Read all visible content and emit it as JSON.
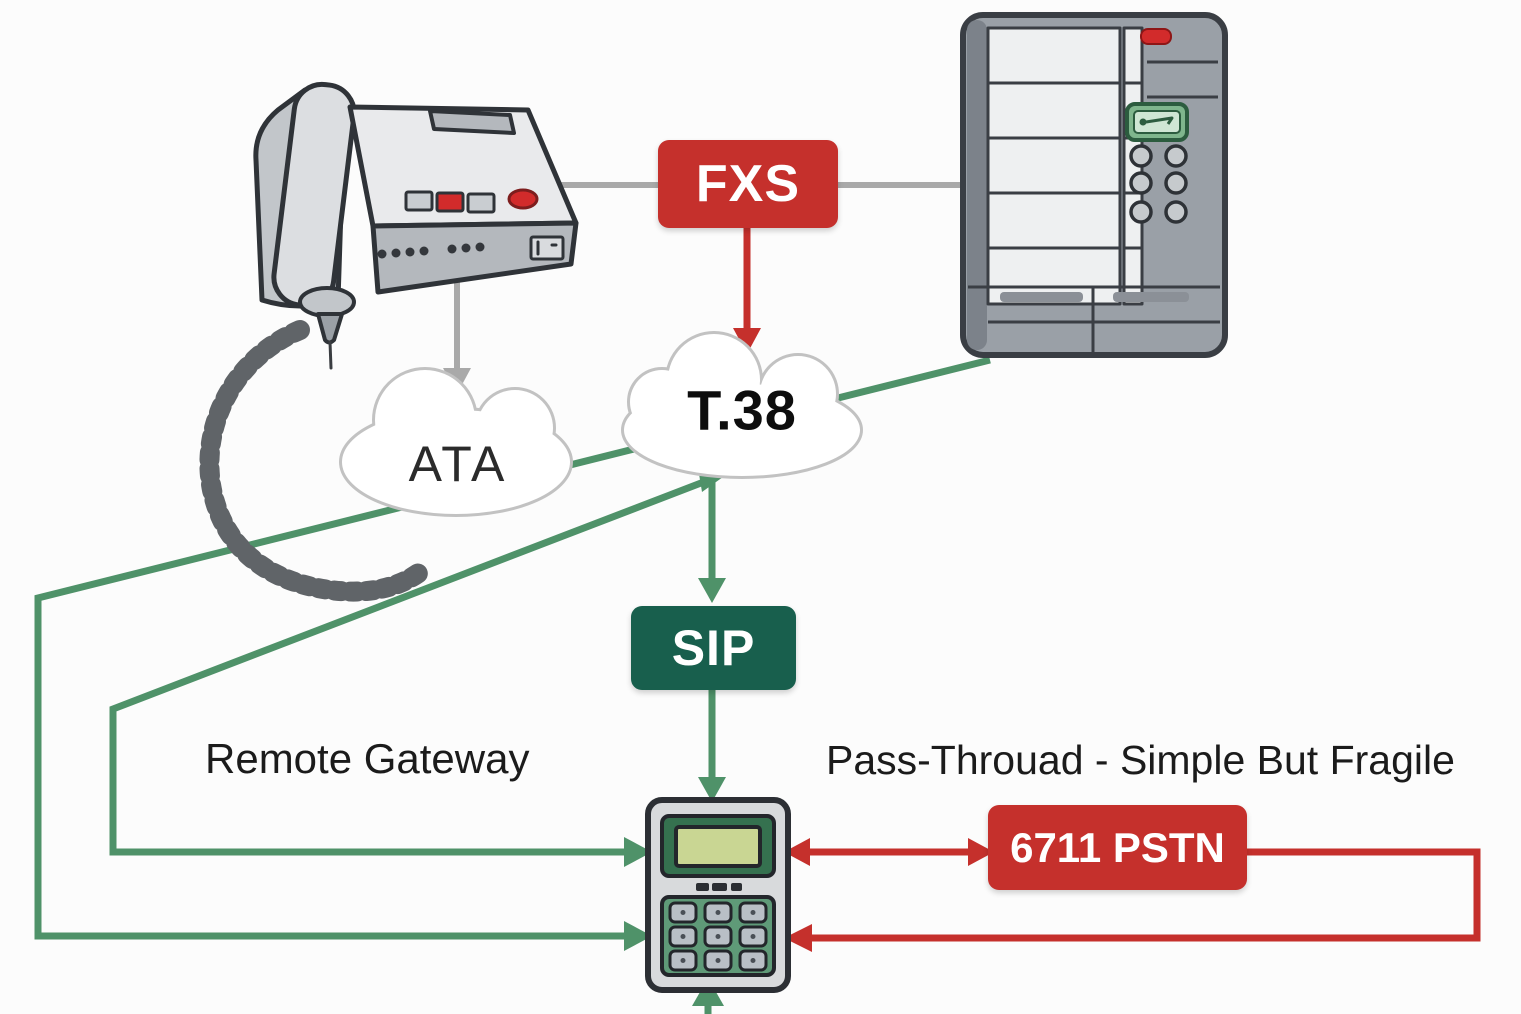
{
  "labels": {
    "fxs": "FXS",
    "ata": "ATA",
    "t38": "T.38",
    "sip": "SIP",
    "pstn": "6711 PSTN",
    "caption_left": "Remote Gateway",
    "caption_right": "Pass-Throuad - Simple But Fragile"
  },
  "colors": {
    "bg": "#fcfcfc",
    "green": "#4f9269",
    "green_dark": "#185f4d",
    "red": "#c5302c",
    "red_bright": "#d22b2b",
    "gray_line": "#a9a9a9",
    "cloud_border": "#c2c2c2",
    "text": "#1b1b1b"
  }
}
